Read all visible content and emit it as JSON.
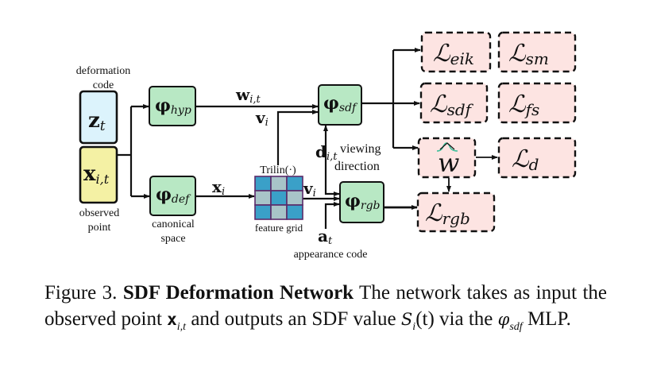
{
  "figure": {
    "colors": {
      "code_z_fill": "#dcf3fc",
      "code_x_fill": "#f4f1a4",
      "mlp_fill": "#b8e8c4",
      "loss_fill": "#fde4e2",
      "grid_blue": "#3aa0c8",
      "grid_gray": "#a8c4c8",
      "grid_border": "#5a2a6a",
      "stroke": "#111111",
      "gaussian": "#3cbf9a"
    },
    "inputs": {
      "z": {
        "symbol": "z",
        "sub": "t",
        "label_lines": [
          "deformation",
          "code"
        ]
      },
      "x": {
        "symbol": "x",
        "sub": "i,t",
        "label_lines": [
          "observed",
          "point"
        ]
      }
    },
    "mlps": {
      "hyp": {
        "symbol": "φ",
        "sub": "hyp"
      },
      "def": {
        "symbol": "φ",
        "sub": "def",
        "label_lines": [
          "canonical",
          "space"
        ]
      },
      "sdf": {
        "symbol": "φ",
        "sub": "sdf"
      },
      "rgb": {
        "symbol": "φ",
        "sub": "rgb"
      }
    },
    "edges": {
      "w": {
        "symbol": "w",
        "sub": "i,t"
      },
      "v_top": {
        "symbol": "v",
        "sub": "i"
      },
      "x_canon": {
        "symbol": "x",
        "sub": "i"
      },
      "v_right": {
        "symbol": "v",
        "sub": "i"
      },
      "d": {
        "symbol": "d",
        "sub": "i,t"
      },
      "a": {
        "symbol": "a",
        "sub": "t"
      }
    },
    "grid": {
      "title": "Trilin(·)",
      "label": "feature grid",
      "pattern": [
        [
          "blue",
          "gray",
          "blue"
        ],
        [
          "gray",
          "blue",
          "gray"
        ],
        [
          "blue",
          "gray",
          "blue"
        ]
      ]
    },
    "annotations": {
      "viewing": "viewing",
      "direction": "direction",
      "appearance": "appearance code"
    },
    "losses": {
      "eik": {
        "symbol": "ℒ",
        "sub": "eik"
      },
      "sm": {
        "symbol": "ℒ",
        "sub": "sm"
      },
      "sdf": {
        "symbol": "ℒ",
        "sub": "sdf"
      },
      "fs": {
        "symbol": "ℒ",
        "sub": "fs"
      },
      "w": {
        "symbol": "w",
        "hat": "︿"
      },
      "d": {
        "symbol": "ℒ",
        "sub": "d"
      },
      "rgb": {
        "symbol": "ℒ",
        "sub": "rgb"
      }
    }
  },
  "caption": {
    "prefix": "Figure 3.",
    "title": "SDF Deformation Network",
    "text1": "The network takes as input the observed point",
    "x_sym": "x",
    "x_sub": "i,t",
    "text2": "and outputs an SDF value",
    "s_sym": "S",
    "s_sub": "i",
    "s_arg": "(t)",
    "text3": "via the",
    "phi_sym": "φ",
    "phi_sub": "sdf",
    "text4": "MLP."
  }
}
